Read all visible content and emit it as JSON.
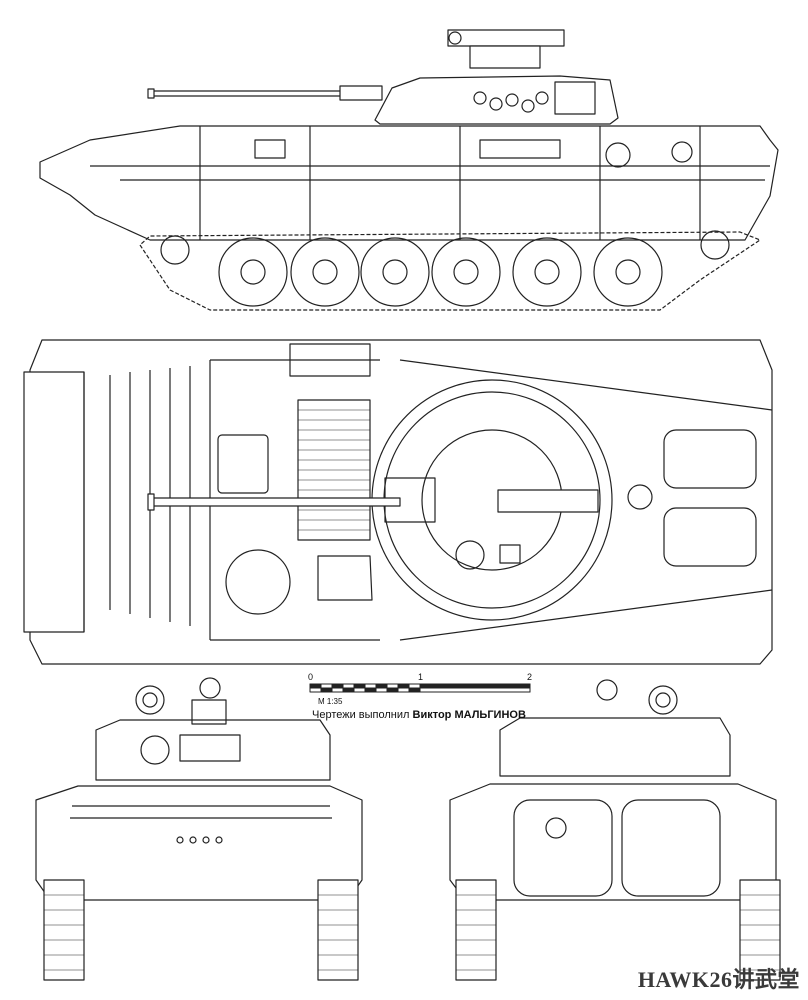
{
  "scale": {
    "ticks": [
      "0",
      "1",
      "2"
    ],
    "ratio": "M 1:35"
  },
  "credit": {
    "prefix": "Чертежи выполнил",
    "author": "Виктор МАЛЬГИНОВ"
  },
  "watermark": "HAWK26讲武堂",
  "colors": {
    "line": "#222222",
    "background": "#ffffff"
  }
}
